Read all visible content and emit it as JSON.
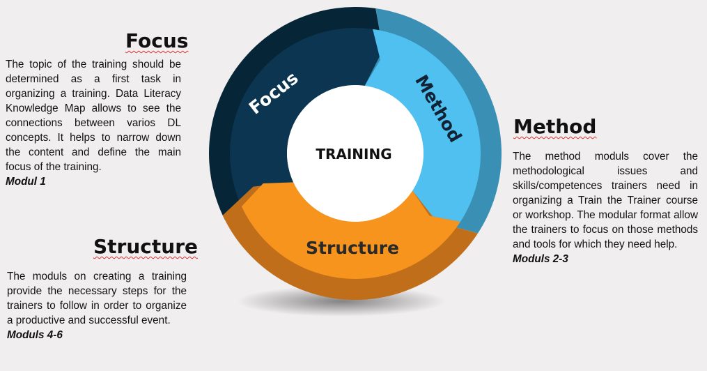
{
  "diagram": {
    "center_label": "TRAINING",
    "segments": [
      {
        "label": "Focus",
        "color": "#0b3550",
        "rim": "#062638"
      },
      {
        "label": "Method",
        "color": "#4fc0ef",
        "rim": "#3a8fb5"
      },
      {
        "label": "Structure",
        "color": "#f7941d",
        "rim": "#c06e1a"
      }
    ]
  },
  "focus": {
    "title": "Focus",
    "text": "The topic of the training should be determined as a first task in organizing a training. Data Literacy Knowledge Map allows to see the connections between varios DL concepts. It helps to narrow down the content and define the main focus of the training.",
    "module": "Modul 1"
  },
  "method": {
    "title": "Method",
    "text": "The method moduls cover the methodological issues and skills/competences trainers need in organizing a Train the Trainer course or workshop. The modular format allow the trainers to focus on those methods and tools for which they need help.",
    "module": "Moduls 2-3"
  },
  "structure": {
    "title": "Structure",
    "text": "The moduls on creating a training provide the necessary steps for the trainers to follow in order to organize a productive and successful event.",
    "module": "Moduls 4-6"
  }
}
